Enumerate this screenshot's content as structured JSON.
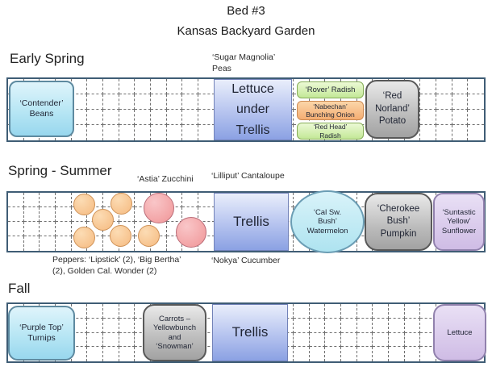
{
  "title": {
    "line1": "Bed #3",
    "line2": "Kansas Backyard Garden"
  },
  "early_spring": {
    "header": "Early Spring",
    "peas_label": "‘Sugar Magnolia’\nPeas",
    "beans": "‘Contender’\nBeans",
    "lettuce_trellis": "Lettuce\nunder\nTrellis",
    "rover_radish": "‘Rover’ Radish",
    "nabechan_onion": "‘Nabechan’\nBunching Onion",
    "redhead_radish": "‘Red Head’\nRadish",
    "potato": "‘Red\nNorland’\nPotato"
  },
  "spring_summer": {
    "header": "Spring - Summer",
    "zucchini_label": "‘Astia’ Zucchini",
    "cantaloupe_label": "‘Lilliput’ Cantaloupe",
    "trellis": "Trellis",
    "watermelon": "‘Cal Sw.\nBush’\nWatermelon",
    "pumpkin": "‘Cherokee\nBush’\nPumpkin",
    "sunflower": "‘Suntastic\nYellow’\nSunflower",
    "peppers_label": "Peppers: ‘Lipstick’ (2), ‘Big Bertha’\n(2), Golden Cal. Wonder (2)",
    "cucumber_label": "‘Nokya’ Cucumber",
    "pepper_count": 6,
    "zucchini_count": 2
  },
  "fall": {
    "header": "Fall",
    "turnips": "‘Purple Top’\nTurnips",
    "carrots": "Carrots –\nYellowbunch\nand\n‘Snowman’",
    "trellis": "Trellis",
    "lettuce": "Lettuce"
  },
  "colors": {
    "bed_border": "#3f5d75",
    "grid_line": "#6f6f6f",
    "cyan_fill": "#b7e6f4",
    "trellis_blue_fill": "#8ba1e3",
    "green_fill": "#c3e897",
    "orange_fill": "#f4ad72",
    "gray_fill": "#bcbcbc",
    "lavender_fill": "#cfbce5",
    "watermelon_fill": "#aee3f0",
    "pepper_circle_fill": "#f5ba80",
    "zucchini_circle_fill": "#f09597"
  }
}
